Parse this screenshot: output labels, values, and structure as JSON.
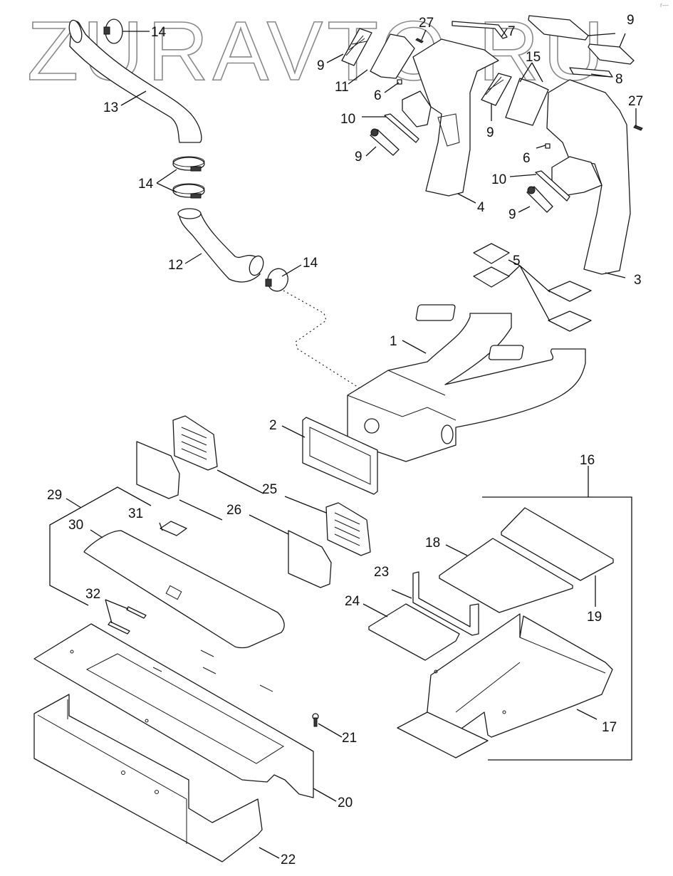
{
  "diagram": {
    "type": "exploded-parts-diagram",
    "subject": "Cab air ducting / heater vent assembly",
    "watermark": "ZURAVTO.RU",
    "corner_mark": "r—"
  },
  "callouts": [
    {
      "id": "c1",
      "label": "1",
      "part": "Main air distribution duct (Y-branch)"
    },
    {
      "id": "c2",
      "label": "2",
      "part": "Duct inlet seal frame"
    },
    {
      "id": "c3",
      "label": "3",
      "part": "Right vertical duct"
    },
    {
      "id": "c4",
      "label": "4",
      "part": "Left vertical duct"
    },
    {
      "id": "c5",
      "label": "5",
      "part": "Duct gaskets (x4)"
    },
    {
      "id": "c6a",
      "label": "6",
      "part": "Clip (left)"
    },
    {
      "id": "c6b",
      "label": "6",
      "part": "Clip (right)"
    },
    {
      "id": "c7",
      "label": "7",
      "part": "Left upper defrost bar"
    },
    {
      "id": "c8",
      "label": "8",
      "part": "Right upper defrost bar"
    },
    {
      "id": "c9a",
      "label": "9",
      "part": "Vent louvre (top left)"
    },
    {
      "id": "c9b",
      "label": "9",
      "part": "Vent louvre (top right pair)"
    },
    {
      "id": "c9c",
      "label": "9",
      "part": "Vent louvre (center)"
    },
    {
      "id": "c9d",
      "label": "9",
      "part": "Round vent (left)"
    },
    {
      "id": "c9e",
      "label": "9",
      "part": "Round vent (right)"
    },
    {
      "id": "c10a",
      "label": "10",
      "part": "Vent seal (left)"
    },
    {
      "id": "c10b",
      "label": "10",
      "part": "Vent seal (right)"
    },
    {
      "id": "c11",
      "label": "11",
      "part": "Left filter panel"
    },
    {
      "id": "c12",
      "label": "12",
      "part": "Lower hose"
    },
    {
      "id": "c13",
      "label": "13",
      "part": "Upper hose"
    },
    {
      "id": "c14a",
      "label": "14",
      "part": "Hose clamp (top)"
    },
    {
      "id": "c14b",
      "label": "14",
      "part": "Hose clamps (pair)"
    },
    {
      "id": "c14c",
      "label": "14",
      "part": "Hose clamp (duct end)"
    },
    {
      "id": "c15",
      "label": "15",
      "part": "Right filter panel"
    },
    {
      "id": "c16",
      "label": "16",
      "part": "Insulation kit"
    },
    {
      "id": "c17",
      "label": "17",
      "part": "Duct cover tray"
    },
    {
      "id": "c18",
      "label": "18",
      "part": "Insulation pad (large)"
    },
    {
      "id": "c19",
      "label": "19",
      "part": "Insulation strip"
    },
    {
      "id": "c20",
      "label": "20",
      "part": "Floor plate bracket"
    },
    {
      "id": "c21",
      "label": "21",
      "part": "Bolt"
    },
    {
      "id": "c22",
      "label": "22",
      "part": "Duct housing box"
    },
    {
      "id": "c23",
      "label": "23",
      "part": "U-channel seal"
    },
    {
      "id": "c24",
      "label": "24",
      "part": "Insulation pad (small)"
    },
    {
      "id": "c25",
      "label": "25",
      "part": "Floor grille (x2)"
    },
    {
      "id": "c26",
      "label": "26",
      "part": "Grille cover (x2)"
    },
    {
      "id": "c27a",
      "label": "27",
      "part": "Pin (left)"
    },
    {
      "id": "c27b",
      "label": "27",
      "part": "Pin (right)"
    },
    {
      "id": "c29",
      "label": "29",
      "part": "Floor mat kit"
    },
    {
      "id": "c30",
      "label": "30",
      "part": "Floor mat"
    },
    {
      "id": "c31",
      "label": "31",
      "part": "Mat plug"
    },
    {
      "id": "c32",
      "label": "32",
      "part": "Mat retaining strips"
    }
  ]
}
